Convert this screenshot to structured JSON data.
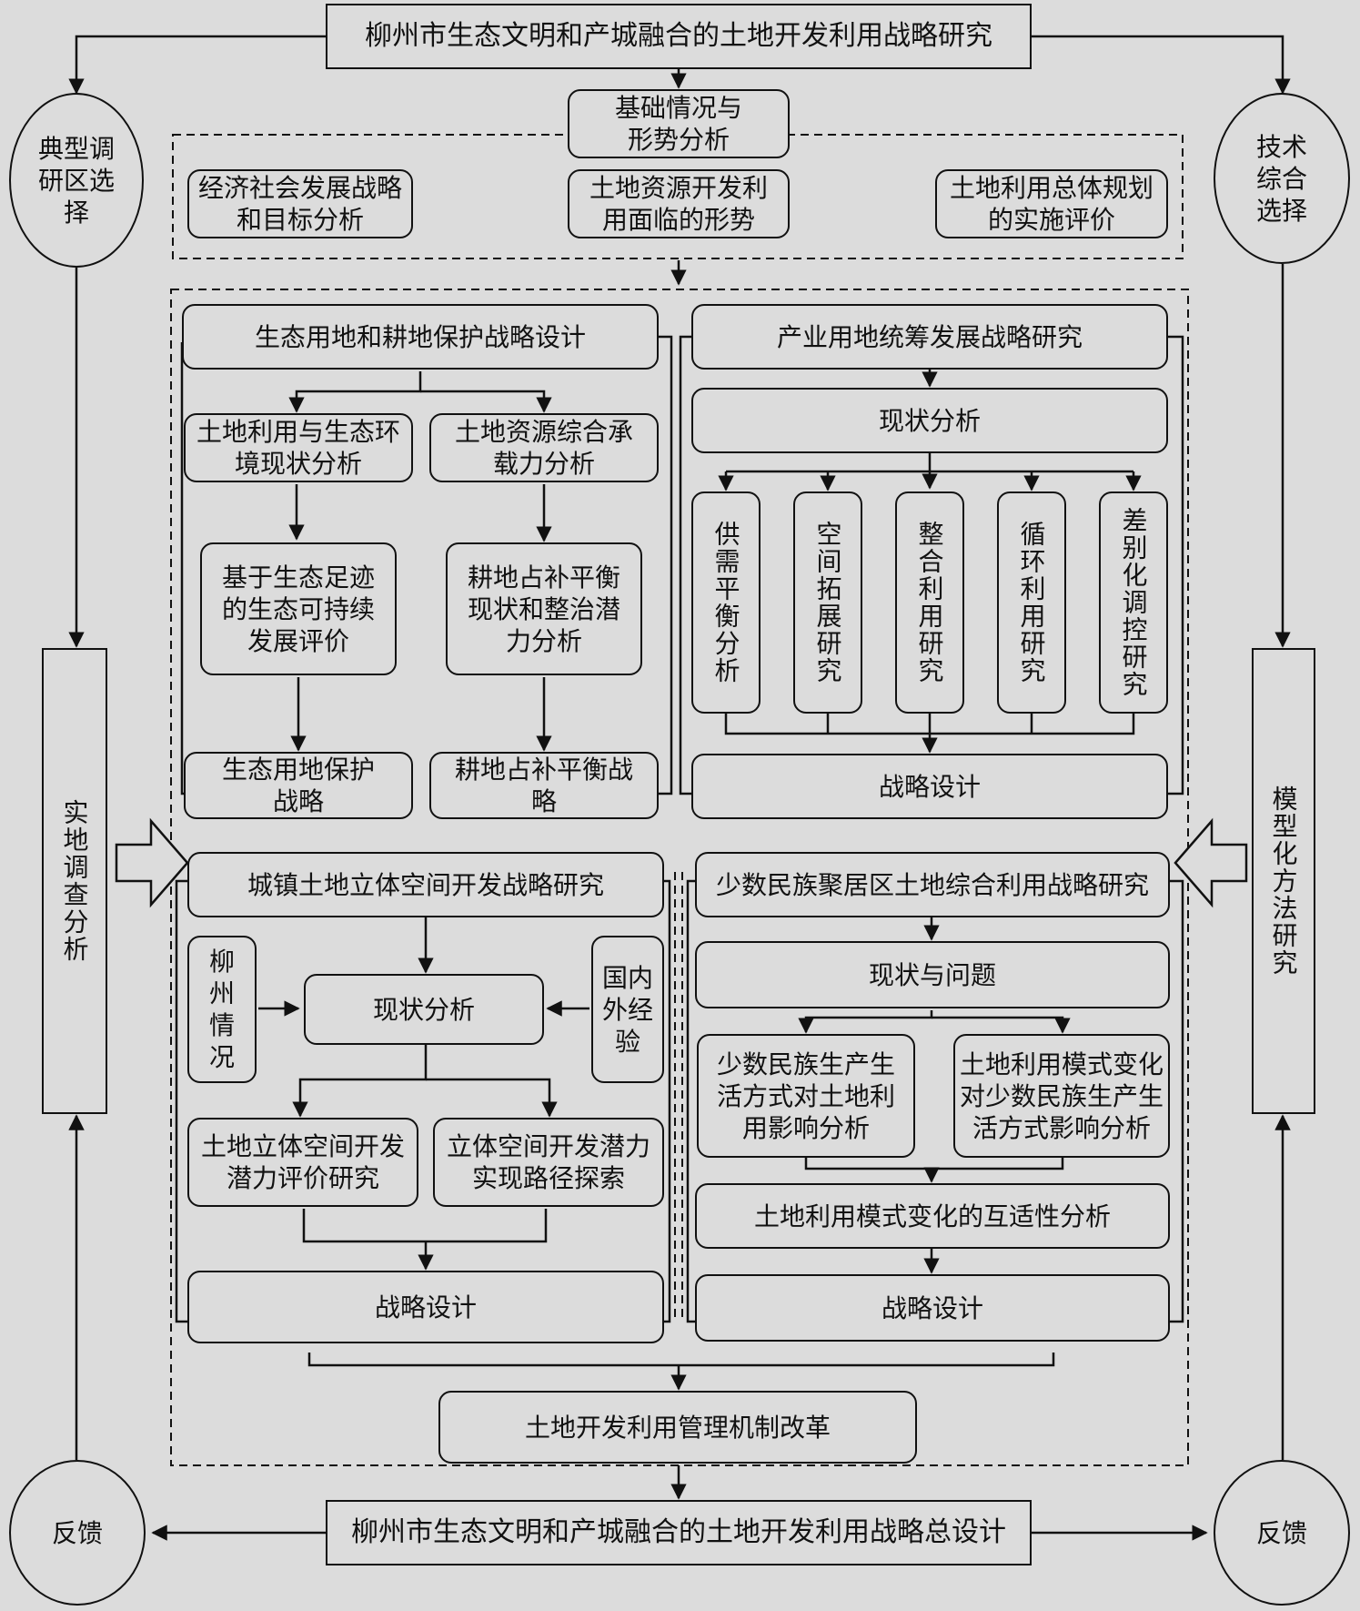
{
  "top_title": "柳州市生态文明和产城融合的土地开发利用战略研究",
  "bottom_title": "柳州市生态文明和产城融合的土地开发利用战略总设计",
  "left_circle_top": "典型调研区选择",
  "right_circle_top": "技术综合选择",
  "left_circle_bottom": "反馈",
  "right_circle_bottom": "反馈",
  "left_bar": "实地调查分析",
  "right_bar": "模型化方法研究",
  "basic": {
    "title": "基础情况与形势分析",
    "item1": "经济社会发展战略和目标分析",
    "item2": "土地资源开发利用面临的形势",
    "item3": "土地利用总体规划的实施评价"
  },
  "eco": {
    "title": "生态用地和耕地保护战略设计",
    "a1": "土地利用与生态环境现状分析",
    "a2": "土地资源综合承载力分析",
    "b1": "基于生态足迹的生态可持续发展评价",
    "b2": "耕地占补平衡现状和整治潜力分析",
    "c1": "生态用地保护战略",
    "c2": "耕地占补平衡战略"
  },
  "industry": {
    "title": "产业用地统筹发展战略研究",
    "status": "现状分析",
    "items": [
      "供需平衡分析",
      "空间拓展研究",
      "整合利用研究",
      "循环利用研究",
      "差别化调控研究"
    ],
    "design": "战略设计"
  },
  "urban": {
    "title": "城镇土地立体空间开发战略研究",
    "left": "柳州情况",
    "status": "现状分析",
    "right": "国内外经验",
    "b1": "土地立体空间开发潜力评价研究",
    "b2": "立体空间开发潜力实现路径探索",
    "design": "战略设计"
  },
  "minority": {
    "title": "少数民族聚居区土地综合利用战略研究",
    "status": "现状与问题",
    "b1": "少数民族生产生活方式对土地利用影响分析",
    "b2": "土地利用模式变化对少数民族生产生活方式影响分析",
    "adapt": "土地利用模式变化的互适性分析",
    "design": "战略设计"
  },
  "reform": "土地开发利用管理机制改革"
}
